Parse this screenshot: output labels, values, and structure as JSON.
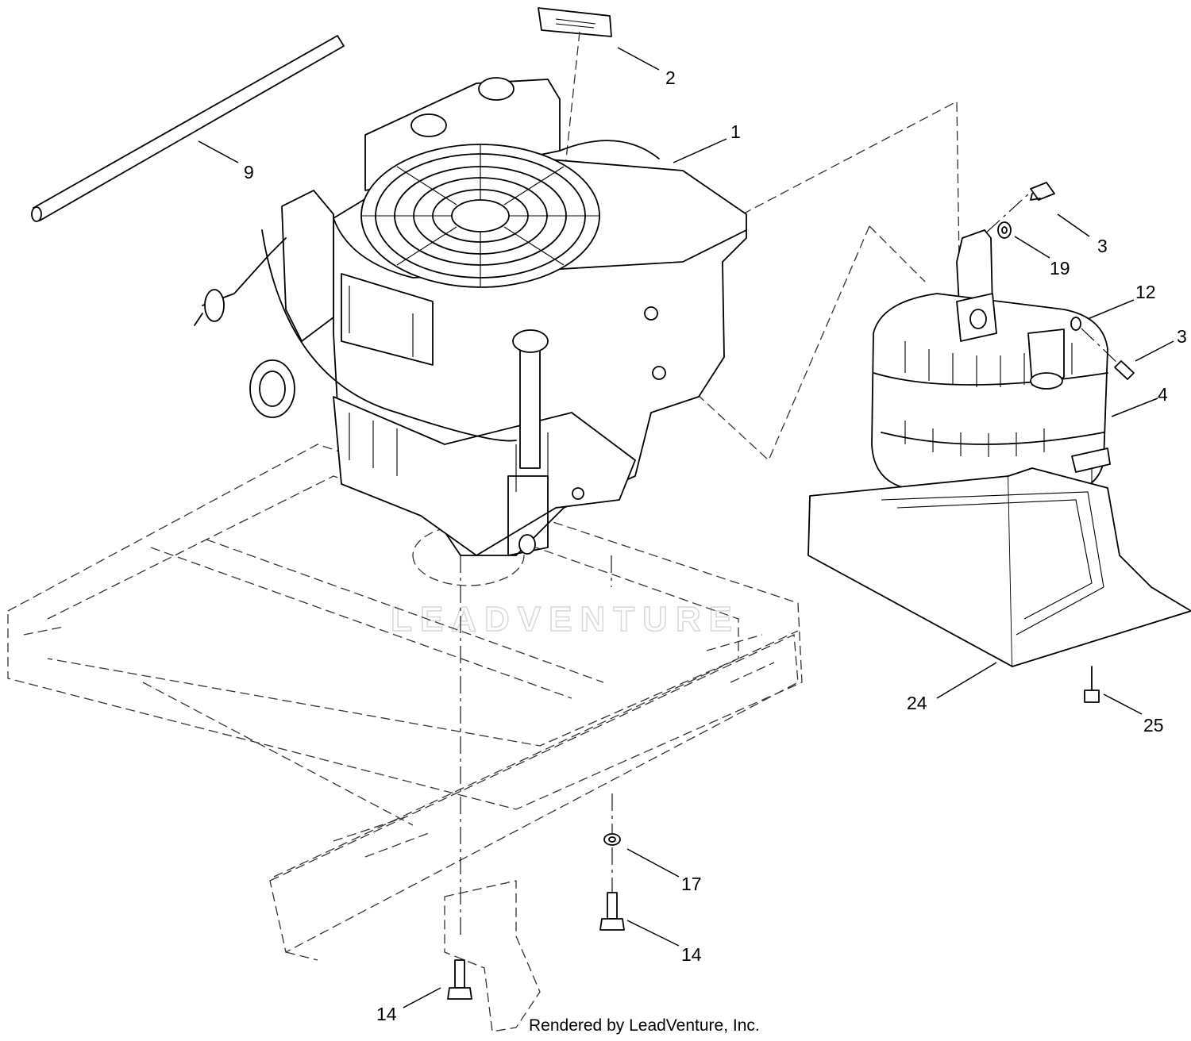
{
  "diagram": {
    "callouts": [
      {
        "id": "c1",
        "text": "1"
      },
      {
        "id": "c2",
        "text": "2"
      },
      {
        "id": "c3a",
        "text": "3"
      },
      {
        "id": "c3b",
        "text": "3"
      },
      {
        "id": "c4",
        "text": "4"
      },
      {
        "id": "c9",
        "text": "9"
      },
      {
        "id": "c12",
        "text": "12"
      },
      {
        "id": "c14a",
        "text": "14"
      },
      {
        "id": "c14b",
        "text": "14"
      },
      {
        "id": "c17",
        "text": "17"
      },
      {
        "id": "c19",
        "text": "19"
      },
      {
        "id": "c24",
        "text": "24"
      },
      {
        "id": "c25",
        "text": "25"
      }
    ],
    "watermark": "LEADVENTURE",
    "footer": "Rendered by LeadVenture, Inc."
  }
}
